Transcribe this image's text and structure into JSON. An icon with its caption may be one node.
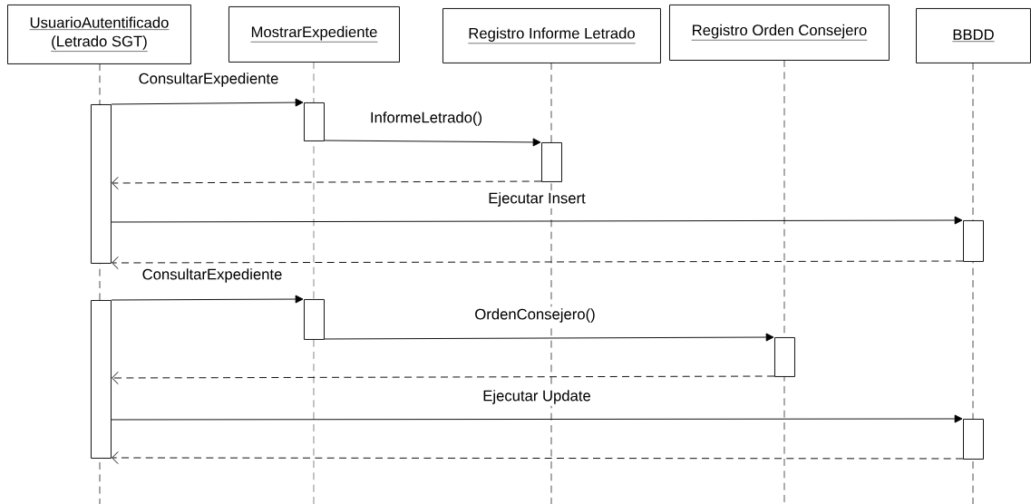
{
  "diagram": {
    "nodes": [
      {
        "text": [
          "UsuarioAutentificado (Letrado SGT)"
        ]
      },
      {
        "text": [
          "MostrarExpediente"
        ]
      },
      {
        "text": [
          "Registro Informe Letrado"
        ]
      },
      {
        "text": [
          "Registro Orden Consejero"
        ]
      },
      {
        "text": [
          "BBDD"
        ]
      },
      {
        "text": [],
        "shape": "bar"
      },
      {
        "text": [],
        "shape": "bar"
      },
      {
        "text": [],
        "shape": "bar"
      },
      {
        "text": [],
        "shape": "bar"
      },
      {
        "text": [],
        "shape": "bar"
      },
      {
        "text": [],
        "shape": "bar"
      },
      {
        "text": [],
        "shape": "bar"
      },
      {
        "text": [],
        "shape": "bar"
      }
    ],
    "edges": [
      {
        "from": 6,
        "to": 5,
        "arrow": "to",
        "label": "ConsultarExpediente"
      },
      {
        "from": 5,
        "to": 7,
        "arrow": "to",
        "label": "InformeLetrado()"
      },
      {
        "from": 7,
        "to": 6,
        "arrow": "to",
        "style": "dashed"
      },
      {
        "from": 6,
        "to": 8,
        "arrow": "to",
        "label": "Ejecutar Insert"
      },
      {
        "from": 8,
        "to": 6,
        "arrow": "to",
        "style": "dashed"
      },
      {
        "from": 10,
        "to": 9,
        "arrow": "to",
        "label": "ConsultarExpediente"
      },
      {
        "from": 9,
        "to": 11,
        "arrow": "to",
        "label": "OrdenConsejero()"
      },
      {
        "from": 11,
        "to": 10,
        "arrow": "to",
        "style": "dashed"
      },
      {
        "from": 10,
        "to": 12,
        "arrow": "to",
        "label": "Ejecutar Update"
      },
      {
        "from": 12,
        "to": 10,
        "arrow": "to",
        "style": "dashed"
      }
    ]
  }
}
